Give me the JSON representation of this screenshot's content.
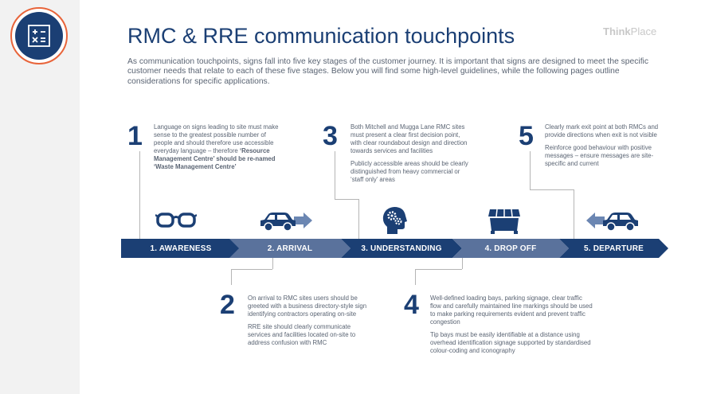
{
  "header": {
    "title": "RMC & RRE communication touchpoints",
    "brand_bold": "Think",
    "brand_light": "Place",
    "intro": "As communication touchpoints, signs fall into five key stages of the customer journey. It is important that signs are designed to meet the specific customer needs that relate to each of these five stages. Below you will find some high-level guidelines, while the following pages outline considerations for specific applications."
  },
  "logo": {
    "icon": "math-symbols-icon"
  },
  "colors": {
    "dark_blue": "#1b3f74",
    "mid_blue": "#5a729c",
    "accent_orange": "#e8643a",
    "sidebar_grey": "#f2f2f2"
  },
  "stages": [
    {
      "number": "1",
      "label": "1. AWARENESS",
      "icon": "glasses-icon",
      "text_1_before": "Language on signs leading to site must make sense to the greatest possible number of people and should therefore use accessible everyday language – therefore ",
      "text_1_bold": "‘Resource Management Centre’ should be re-named ‘Waste Management Centre’",
      "text_2": ""
    },
    {
      "number": "2",
      "label": "2. ARRIVAL",
      "icon": "car-arriving-icon",
      "text_1": "On arrival to RMC sites users should be greeted with a business directory-style sign identifying contractors operating on-site",
      "text_2": "RRE site should clearly communicate services and facilities located on-site to address confusion with RMC"
    },
    {
      "number": "3",
      "label": "3. UNDERSTANDING",
      "icon": "head-gears-icon",
      "text_1": "Both Mitchell and Mugga Lane RMC sites must present a clear first decision point, with clear roundabout design and direction towards services and facilities",
      "text_2": "Publicly accessible areas should be clearly distinguished from heavy commercial or ‘staff only’ areas"
    },
    {
      "number": "4",
      "label": "4. DROP OFF",
      "icon": "dumpster-icon",
      "text_1": "Well-defined loading bays, parking signage, clear traffic flow and carefully maintained line markings should be used to make parking requirements evident and prevent traffic congestion",
      "text_2": "Tip bays must be easily identifiable at a distance using overhead identification signage supported by standardised colour-coding and iconography"
    },
    {
      "number": "5",
      "label": "5. DEPARTURE",
      "icon": "car-departing-icon",
      "text_1": "Clearly mark exit point at both RMCs and provide directions when exit is not visible",
      "text_2": "Reinforce good behaviour with positive messages – ensure messages are site-specific and current"
    }
  ]
}
